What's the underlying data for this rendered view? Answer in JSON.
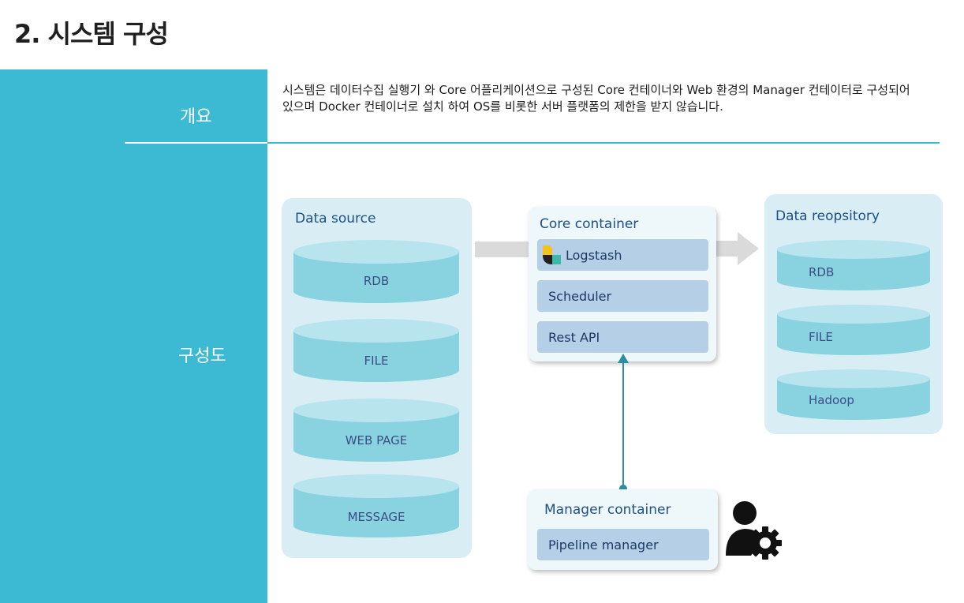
{
  "page": {
    "title": "2. 시스템 구성"
  },
  "sidebar": {
    "overview_label": "개요",
    "diagram_label": "구성도"
  },
  "overview": {
    "line1": "시스템은 데이터수집 실행기 와 Core 어플리케이션으로 구성된 Core 컨테이너와 Web 환경의 Manager 컨테이터로 구성되어",
    "line2": "있으며 Docker 컨테이너로 설치 하여 OS를 비롯한 서버 플랫폼의 제한을 받지 않습니다."
  },
  "diagram": {
    "data_source": {
      "title": "Data source",
      "items": [
        "RDB",
        "FILE",
        "WEB PAGE",
        "MESSAGE"
      ]
    },
    "core_container": {
      "title": "Core container",
      "components": [
        "Logstash",
        "Scheduler",
        "Rest API"
      ]
    },
    "data_repository": {
      "title": "Data reopsitory",
      "items": [
        "RDB",
        "FILE",
        "Hadoop"
      ]
    },
    "manager_container": {
      "title": "Manager container",
      "components": [
        "Pipeline manager"
      ]
    },
    "icons": {
      "logstash": "logstash-logo-icon",
      "admin": "admin-user-gear-icon"
    },
    "colors": {
      "accent": "#3cb9d3",
      "panel": "#d8eef4",
      "cylinder_top": "#b8e4ee",
      "cylinder_body": "#89d3e0",
      "component": "#b4cfe6",
      "connector": "#2c8f9f"
    }
  }
}
